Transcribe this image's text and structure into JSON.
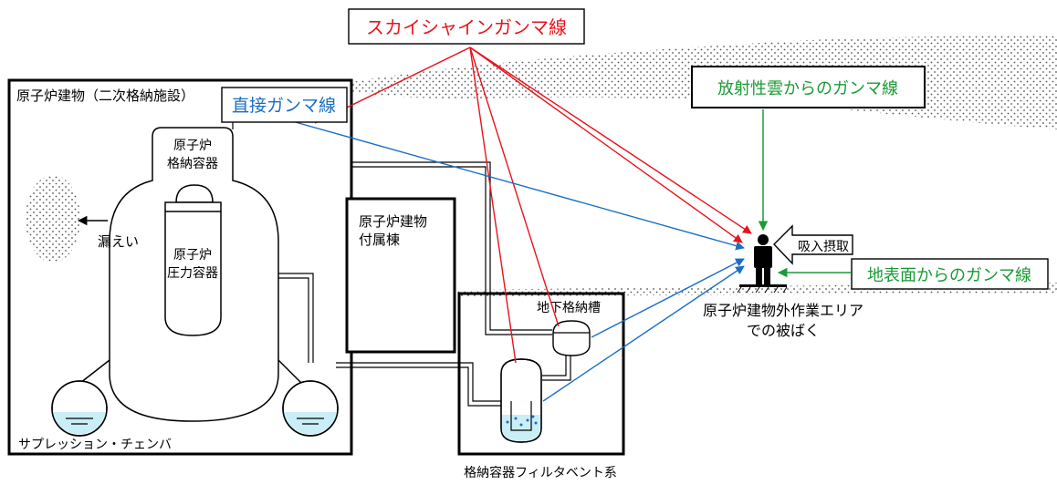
{
  "labels": {
    "skyshine": "スカイシャインガンマ線",
    "cloud_gamma": "放射性雲からのガンマ線",
    "direct_gamma": "直接ガンマ線",
    "ground_gamma": "地表面からのガンマ線",
    "inhalation": "吸入摂取",
    "reactor_building": "原子炉建物（二次格納施設）",
    "containment_vessel": [
      "原子炉",
      "格納容器"
    ],
    "pressure_vessel": [
      "原子炉",
      "圧力容器"
    ],
    "leak": "漏えい",
    "aux_building": [
      "原子炉建物",
      "付属棟"
    ],
    "underground_tank": "地下格納槽",
    "work_area": [
      "原子炉建物外作業エリア",
      "での被ばく"
    ],
    "suppression_chamber": "サプレッション・チェンバ",
    "filter_vent": "格納容器フィルタベント系"
  },
  "colors": {
    "red": "#e8141c",
    "green": "#1a9b35",
    "blue": "#1a6fc4",
    "black": "#000000",
    "water": "#c9eef7"
  }
}
